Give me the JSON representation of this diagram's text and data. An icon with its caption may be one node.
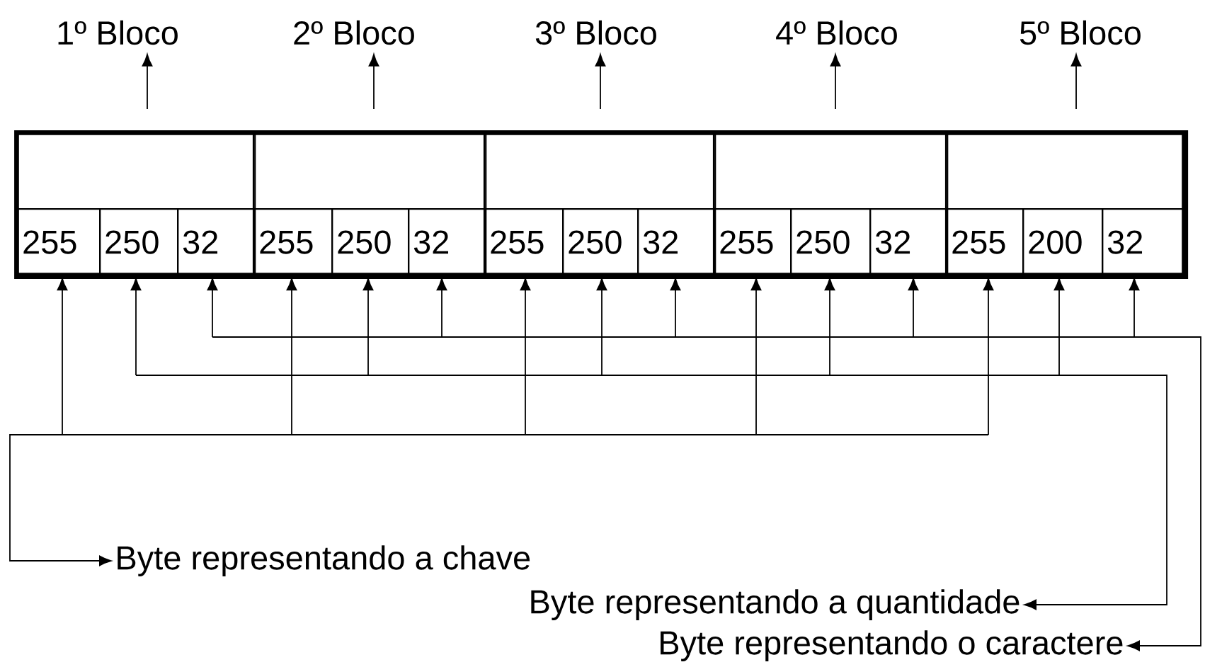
{
  "diagram": {
    "nodes": [
      {
        "text": [
          "1º Bloco"
        ]
      },
      {
        "text": [
          "2º Bloco"
        ]
      },
      {
        "text": [
          "3º Bloco"
        ]
      },
      {
        "text": [
          "4º Bloco"
        ]
      },
      {
        "text": [
          "5º Bloco"
        ]
      },
      {
        "text": [],
        "shape": "box"
      },
      {
        "text": [],
        "shape": "box",
        "in": 5
      },
      {
        "text": [],
        "shape": "box",
        "in": 5
      },
      {
        "text": [],
        "shape": "box",
        "in": 5
      },
      {
        "text": [],
        "shape": "box",
        "in": 5
      },
      {
        "text": [],
        "shape": "box",
        "in": 5
      },
      {
        "text": [
          "255"
        ],
        "in": 6
      },
      {
        "text": [
          "250"
        ],
        "in": 6
      },
      {
        "text": [
          "32"
        ],
        "in": 6
      },
      {
        "text": [
          "255"
        ],
        "in": 7
      },
      {
        "text": [
          "250"
        ],
        "in": 7
      },
      {
        "text": [
          "32"
        ],
        "in": 7
      },
      {
        "text": [
          "255"
        ],
        "in": 8
      },
      {
        "text": [
          "250"
        ],
        "in": 8
      },
      {
        "text": [
          "32"
        ],
        "in": 8
      },
      {
        "text": [
          "255"
        ],
        "in": 9
      },
      {
        "text": [
          "250"
        ],
        "in": 9
      },
      {
        "text": [
          "32"
        ],
        "in": 9
      },
      {
        "text": [
          "255"
        ],
        "in": 10
      },
      {
        "text": [
          "200"
        ],
        "in": 10
      },
      {
        "text": [
          "32"
        ],
        "in": 10
      },
      {
        "text": [
          "Byte representando a chave"
        ]
      },
      {
        "text": [
          "Byte representando a quantidade"
        ]
      },
      {
        "text": [
          "Byte representando o caractere"
        ]
      }
    ],
    "edges": [
      {
        "from": null,
        "to": 0,
        "arrow": "to"
      },
      {
        "from": null,
        "to": 1,
        "arrow": "to"
      },
      {
        "from": null,
        "to": 2,
        "arrow": "to"
      },
      {
        "from": null,
        "to": 3,
        "arrow": "to"
      },
      {
        "from": null,
        "to": 4,
        "arrow": "to"
      },
      {
        "from": 26,
        "to": 11,
        "arrow": "both"
      },
      {
        "from": 26,
        "to": 14,
        "arrow": "both"
      },
      {
        "from": 26,
        "to": 17,
        "arrow": "both"
      },
      {
        "from": 26,
        "to": 20,
        "arrow": "both"
      },
      {
        "from": 26,
        "to": 23,
        "arrow": "both"
      },
      {
        "from": 27,
        "to": 12,
        "arrow": "both"
      },
      {
        "from": 27,
        "to": 15,
        "arrow": "both"
      },
      {
        "from": 27,
        "to": 18,
        "arrow": "both"
      },
      {
        "from": 27,
        "to": 21,
        "arrow": "both"
      },
      {
        "from": 27,
        "to": 24,
        "arrow": "both"
      },
      {
        "from": 28,
        "to": 13,
        "arrow": "both"
      },
      {
        "from": 28,
        "to": 16,
        "arrow": "both"
      },
      {
        "from": 28,
        "to": 19,
        "arrow": "both"
      },
      {
        "from": 28,
        "to": 22,
        "arrow": "both"
      },
      {
        "from": 28,
        "to": 25,
        "arrow": "both"
      }
    ]
  }
}
